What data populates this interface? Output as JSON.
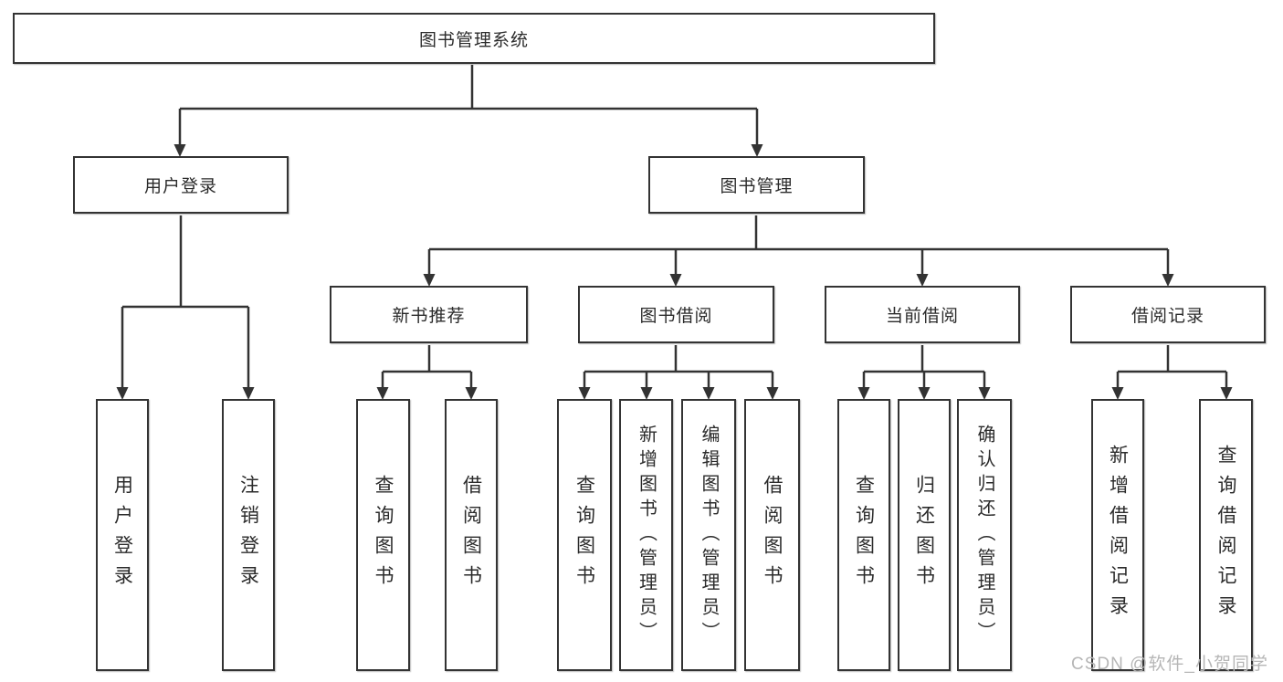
{
  "diagram": {
    "title": "图书管理系统",
    "root": {
      "label": "图书管理系统"
    },
    "branches": [
      {
        "label": "用户登录",
        "children": [
          {
            "label": "用户登录"
          },
          {
            "label": "注销登录"
          }
        ]
      },
      {
        "label": "图书管理",
        "children": [
          {
            "label": "新书推荐",
            "children": [
              {
                "label": "查询图书"
              },
              {
                "label": "借阅图书"
              }
            ]
          },
          {
            "label": "图书借阅",
            "children": [
              {
                "label": "查询图书"
              },
              {
                "label": "新增图书（管理员）"
              },
              {
                "label": "编辑图书（管理员）"
              },
              {
                "label": "借阅图书"
              }
            ]
          },
          {
            "label": "当前借阅",
            "children": [
              {
                "label": "查询图书"
              },
              {
                "label": "归还图书"
              },
              {
                "label": "确认归还（管理员）"
              }
            ]
          },
          {
            "label": "借阅记录",
            "children": [
              {
                "label": "新增借阅记录"
              },
              {
                "label": "查询借阅记录"
              }
            ]
          }
        ]
      }
    ]
  },
  "watermark": "CSDN @软件_小贺同学",
  "colors": {
    "line": "#333333",
    "box_border": "#333333",
    "text": "#2b2b2b",
    "watermark": "#b6b6b6",
    "background": "#ffffff"
  }
}
